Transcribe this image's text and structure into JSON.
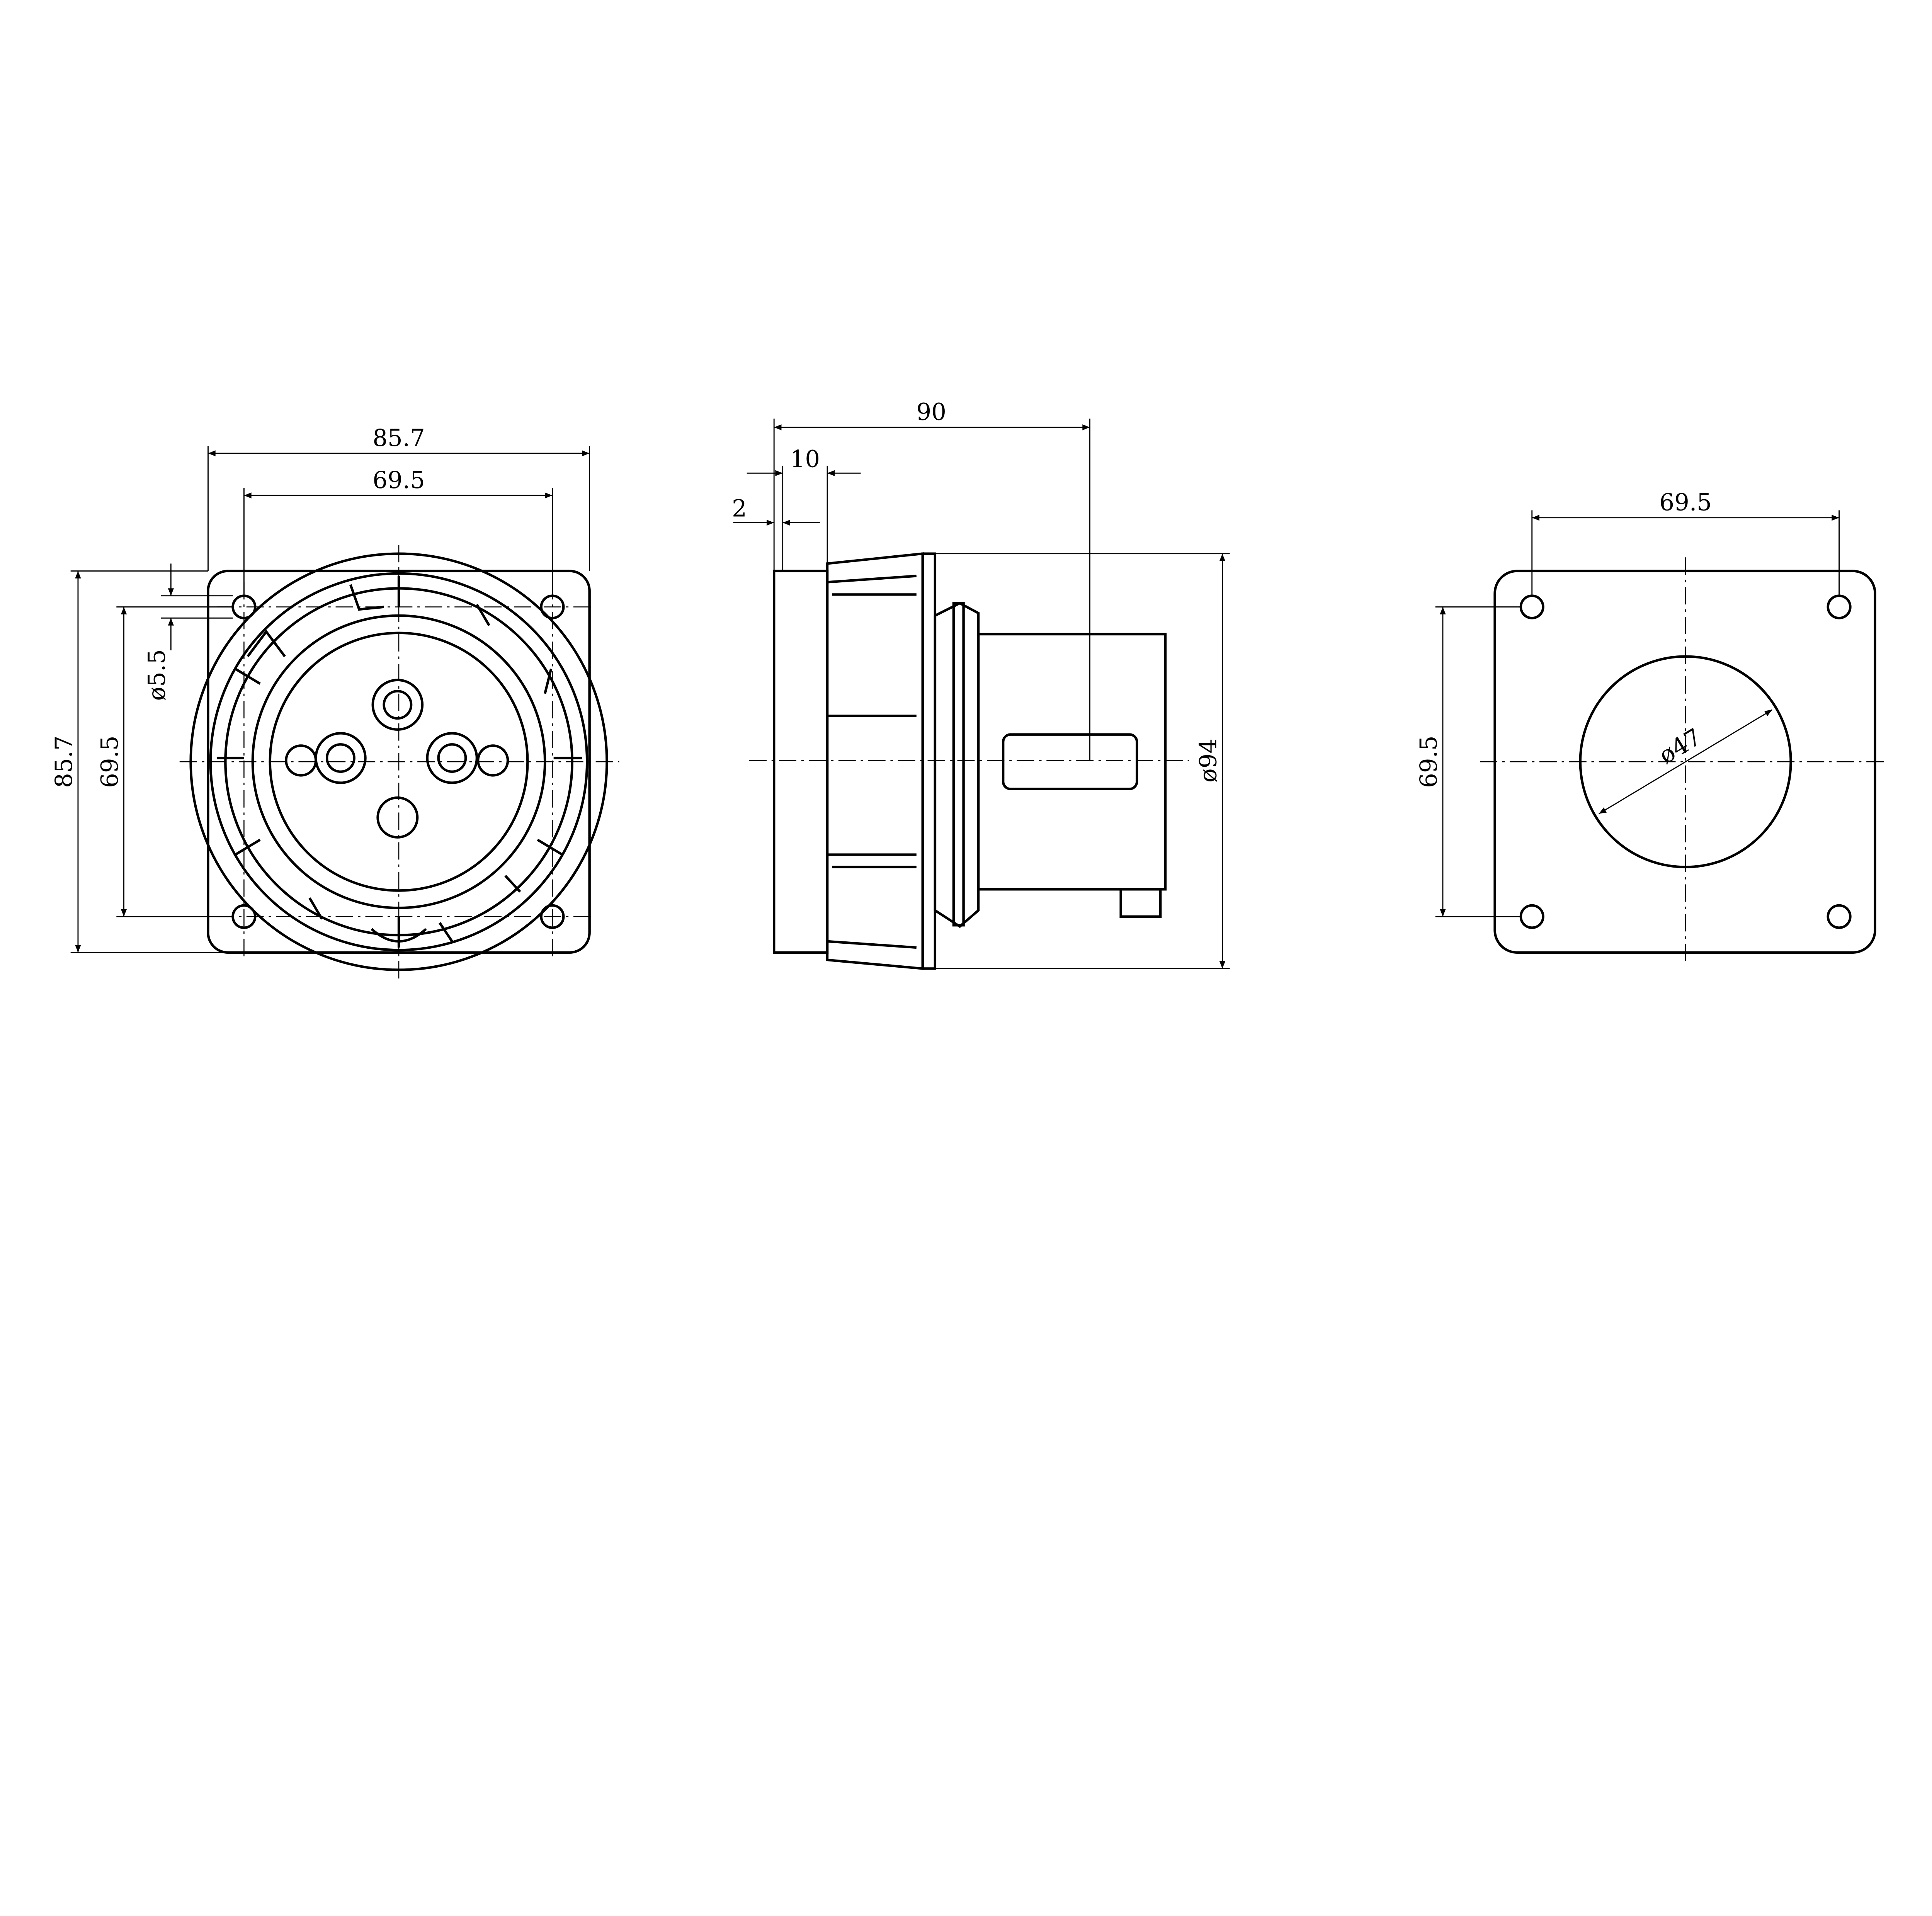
{
  "front_view": {
    "width_overall": "85.7",
    "hole_spacing_h": "69.5",
    "hole_diameter": "ø5.5",
    "height_overall": "85.7",
    "hole_spacing_v": "69.5"
  },
  "side_view": {
    "depth_total": "90",
    "depth_flange": "10",
    "flange_thickness": "2",
    "body_diameter": "ø94"
  },
  "cutout_view": {
    "hole_spacing_h": "69.5",
    "hole_spacing_v": "69.5",
    "cutout_diameter": "ø47"
  },
  "colors": {
    "line": "#000000",
    "background": "#ffffff"
  }
}
